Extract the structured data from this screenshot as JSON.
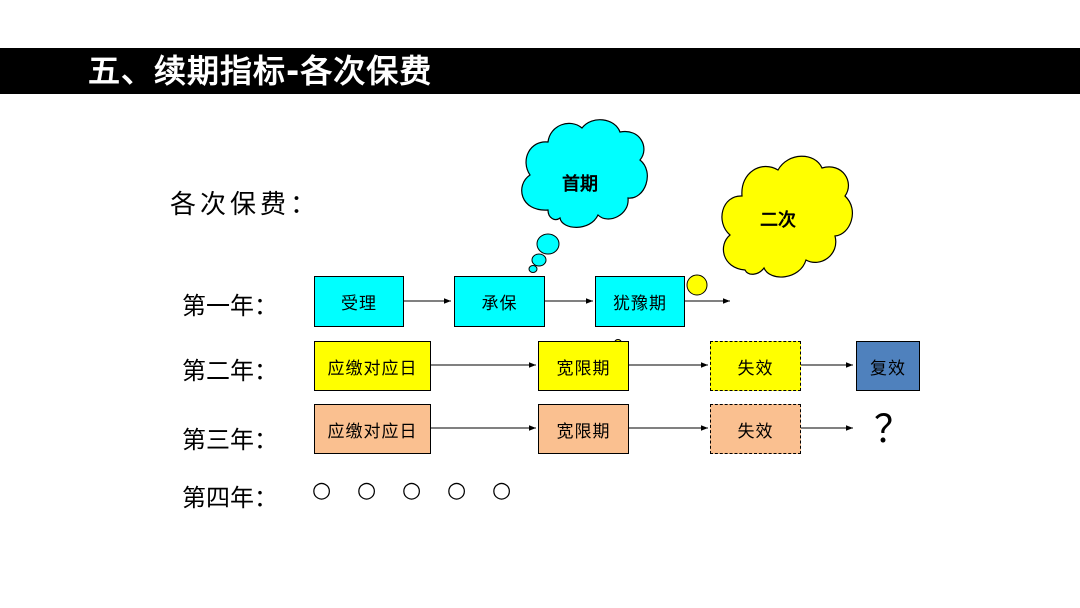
{
  "title": "五、续期指标-各次保费",
  "subtitle": "各次保费：",
  "clouds": {
    "first": "首期",
    "second": "二次"
  },
  "rows": {
    "year1": {
      "label": "第一年：",
      "steps": [
        "受理",
        "承保",
        "犹豫期"
      ]
    },
    "year2": {
      "label": "第二年：",
      "steps": [
        "应缴对应日",
        "宽限期",
        "失效",
        "复效"
      ]
    },
    "year3": {
      "label": "第三年：",
      "steps": [
        "应缴对应日",
        "宽限期",
        "失效"
      ],
      "end_mark": "？"
    },
    "year4": {
      "label": "第四年：",
      "dots": [
        "○",
        "○",
        "○",
        "○",
        "○"
      ]
    }
  },
  "colors": {
    "cyan": "#00ffff",
    "yellow": "#ffff00",
    "peach": "#fac090",
    "blue": "#4f81bd",
    "title_bar": "#000000"
  }
}
